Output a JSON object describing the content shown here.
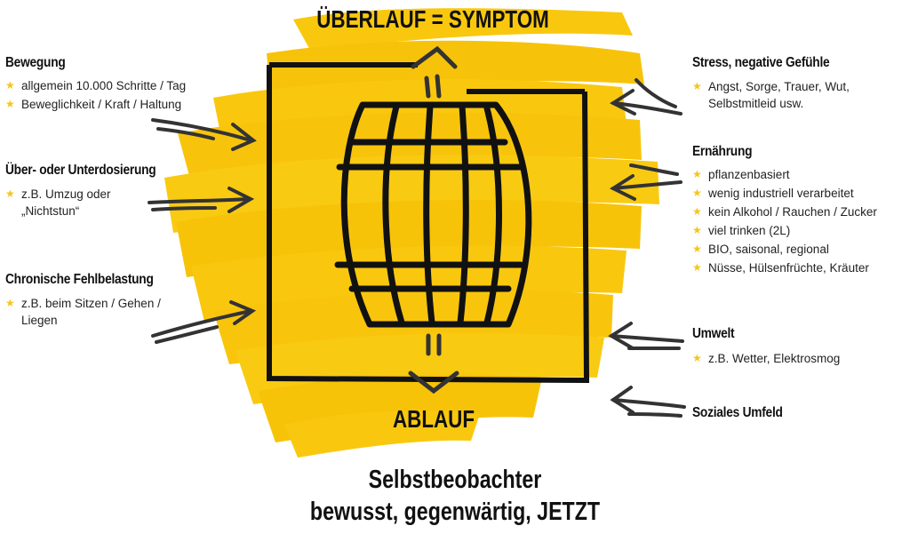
{
  "title_top": "ÜBERLAUF = SYMPTOM",
  "label_bottom": "ABLAUF",
  "footer": {
    "line1": "Selbstbeobachter",
    "line2": "bewusst, gegenwärtig, JETZT"
  },
  "left": {
    "bewegung": {
      "heading": "Bewegung",
      "items": [
        "allgemein 10.000 Schritte / Tag",
        "Beweglichkeit / Kraft / Haltung"
      ]
    },
    "dosierung": {
      "heading": "Über- oder Unterdosierung",
      "items": [
        "z.B. Umzug oder\n„Nichtstun“"
      ]
    },
    "chronisch": {
      "heading": "Chronische Fehlbelastung",
      "items": [
        "z.B. beim Sitzen / Gehen /\nLiegen"
      ]
    }
  },
  "right": {
    "stress": {
      "heading": "Stress, negative Gefühle",
      "items": [
        "Angst, Sorge, Trauer, Wut,\nSelbstmitleid usw."
      ]
    },
    "ernaehrung": {
      "heading": "Ernährung",
      "items": [
        "pflanzenbasiert",
        "wenig industriell verarbeitet",
        "kein Alkohol / Rauchen / Zucker",
        "viel trinken (2L)",
        "BIO, saisonal, regional",
        "Nüsse, Hülsenfrüchte, Kräuter"
      ]
    },
    "umwelt": {
      "heading": "Umwelt",
      "items": [
        "z.B. Wetter, Elektrosmog"
      ]
    },
    "sozial": {
      "heading": "Soziales Umfeld",
      "items": []
    }
  },
  "icons": {
    "bullet": "star-icon",
    "center": "barrel-icon",
    "arrows": "arrow-icon"
  },
  "colors": {
    "yellow": "#f9c80e",
    "yellow_dark": "#f2b705",
    "ink": "#111111",
    "bullet": "#f5c51c"
  }
}
